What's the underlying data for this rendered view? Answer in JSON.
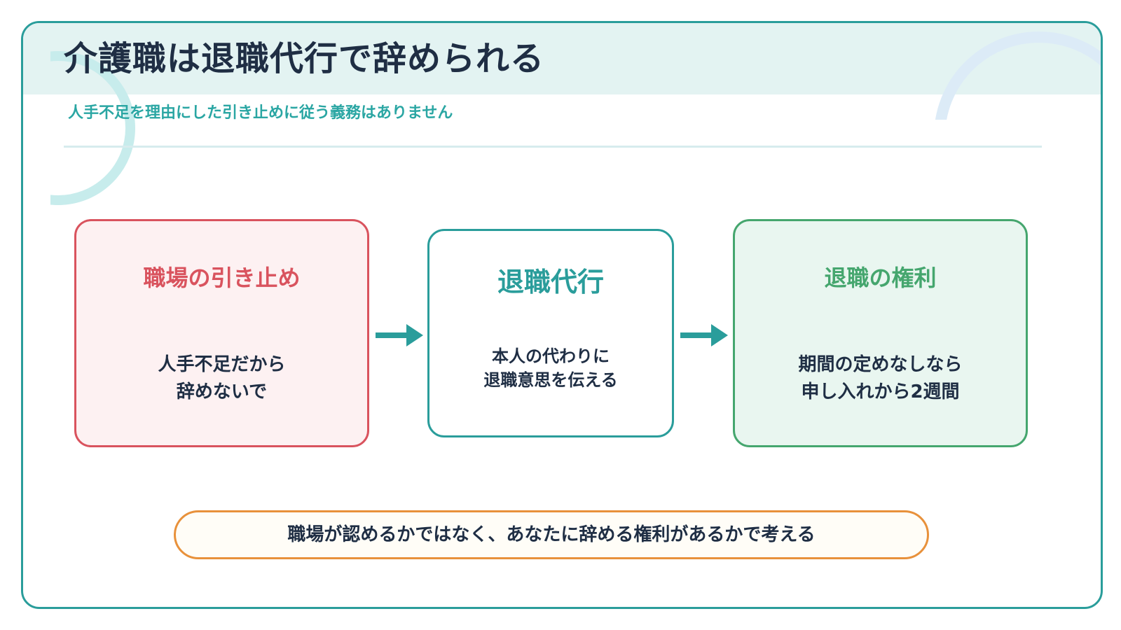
{
  "header": {
    "title": "介護職は退職代行で辞められる",
    "subtitle": "人手不足を理由にした引き止めに従う義務はありません"
  },
  "flow": {
    "left": {
      "heading": "職場の引き止め",
      "body": "人手不足だから\n辞めないで"
    },
    "middle": {
      "heading": "退職代行",
      "body": "本人の代わりに\n退職意思を伝える"
    },
    "right": {
      "heading": "退職の権利",
      "body": "期間の定めなしなら\n申し入れから2週間"
    }
  },
  "footer": {
    "message": "職場が認めるかではなく、あなたに辞める権利があるかで考える"
  },
  "colors": {
    "frame": "#2a9d9b",
    "title": "#1f2e44",
    "accent_teal": "#2aa6a3",
    "red": "#d9535e",
    "green": "#45a66e",
    "orange": "#e8913b"
  },
  "icons": [
    "arrow-right-icon",
    "arrow-right-icon"
  ]
}
